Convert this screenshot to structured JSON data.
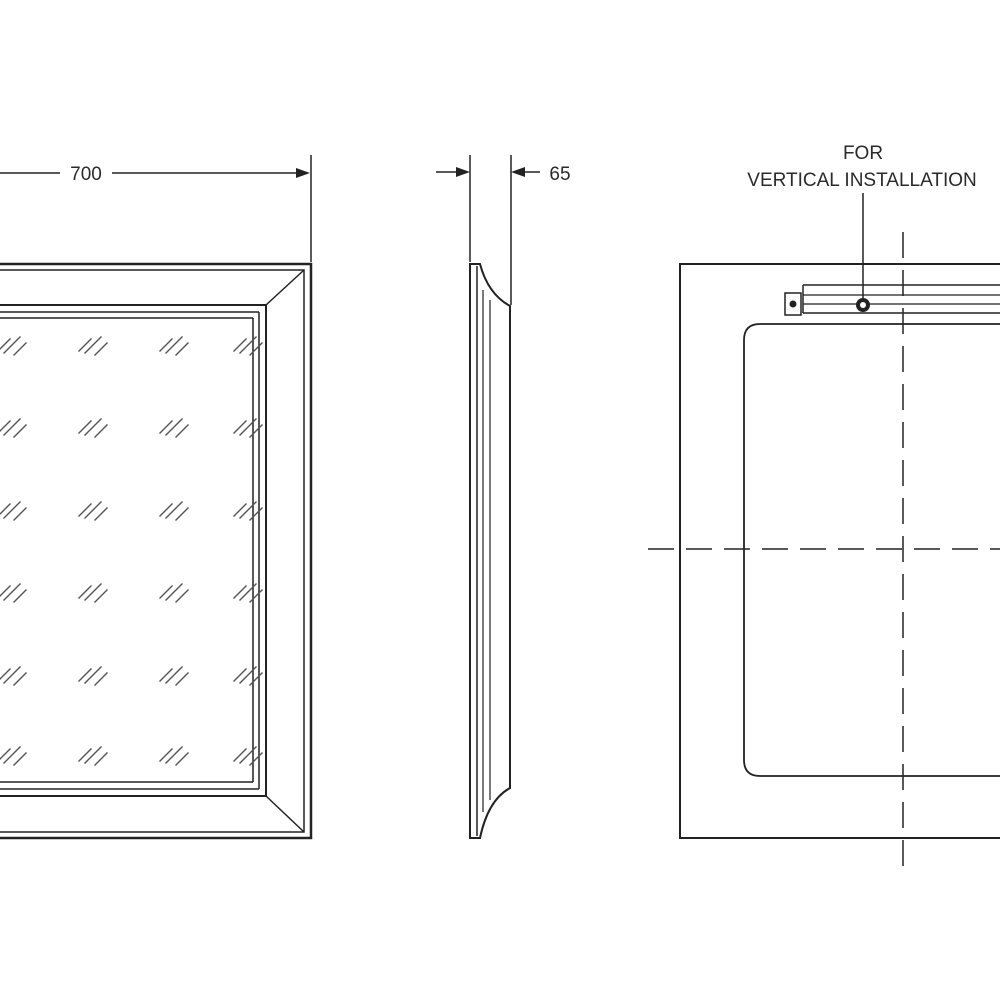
{
  "front_view": {
    "width_dimension": "700"
  },
  "side_view": {
    "depth_dimension": "65"
  },
  "rear_view": {
    "note_line1": "FOR",
    "note_line2": "VERTICAL INSTALLATION"
  },
  "colors": {
    "line": "#222222",
    "background": "#ffffff"
  }
}
